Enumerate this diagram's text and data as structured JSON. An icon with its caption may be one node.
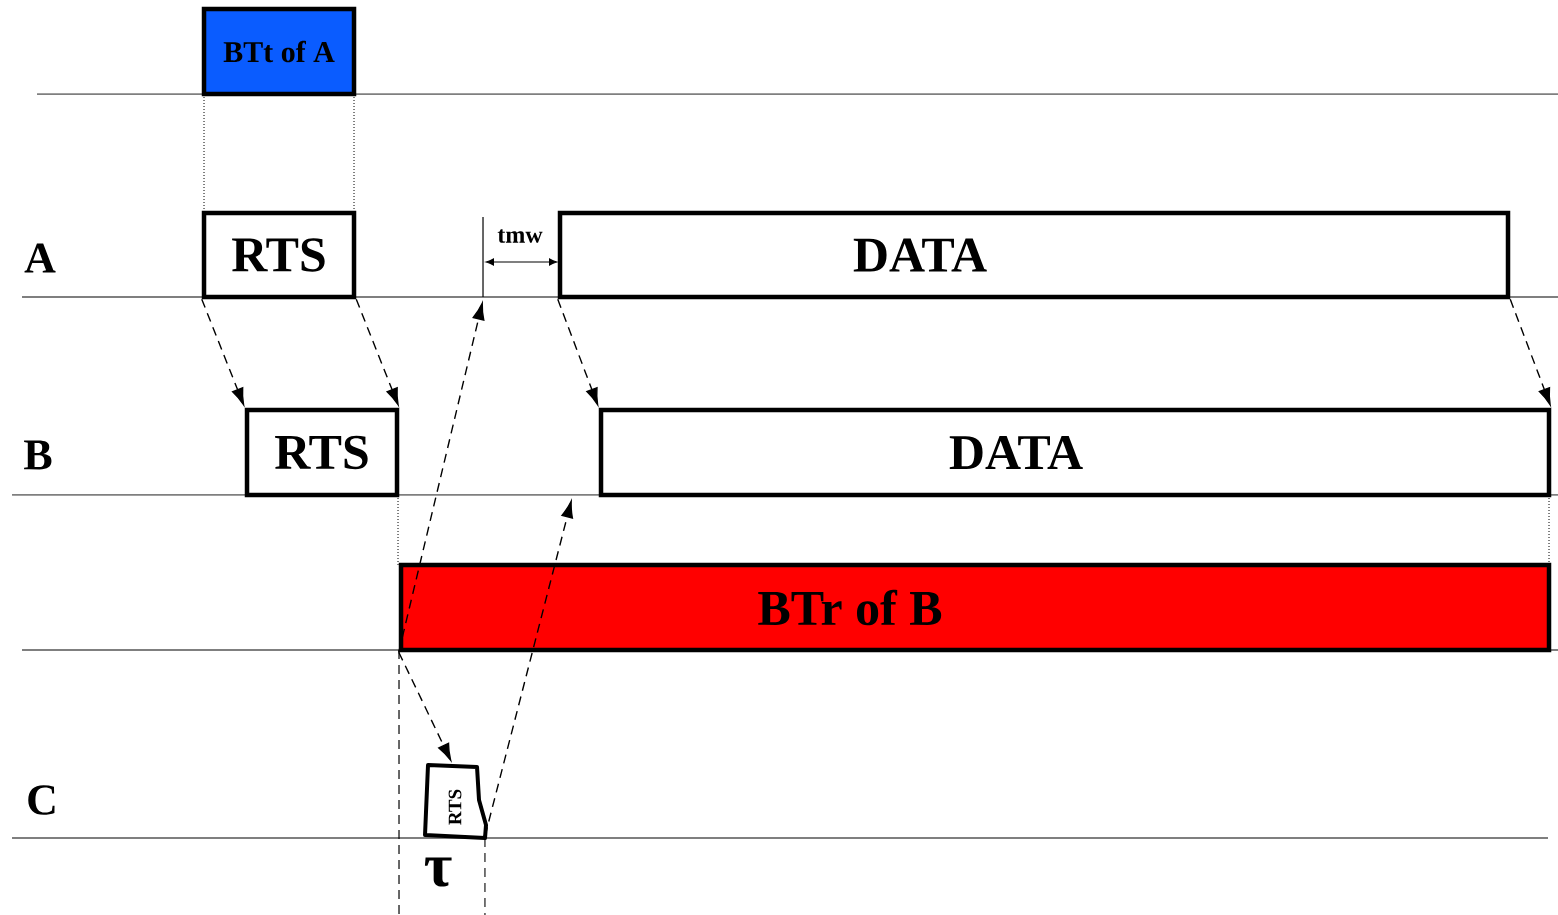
{
  "diagram": {
    "nodes": [
      {
        "text": [
          "BTt of A"
        ]
      },
      {
        "text": [
          "RTS"
        ]
      },
      {
        "text": [
          "DATA"
        ]
      },
      {
        "text": [
          "RTS"
        ]
      },
      {
        "text": [
          "DATA"
        ]
      },
      {
        "text": [
          "BTr of B"
        ]
      },
      {
        "text": [
          "RTS"
        ]
      }
    ],
    "edges": [
      {
        "from": 1,
        "to": 3,
        "arrow": "to",
        "style": "dashed"
      },
      {
        "from": 1,
        "to": 3,
        "arrow": "to",
        "style": "dashed"
      },
      {
        "from": 2,
        "to": 4,
        "arrow": "to",
        "style": "dashed"
      },
      {
        "from": 2,
        "to": 4,
        "arrow": "to",
        "style": "dashed"
      },
      {
        "from": 5,
        "to": 6,
        "arrow": "to",
        "style": "dashed"
      },
      {
        "from": 5,
        "to": null,
        "arrow": "to",
        "style": "dashed"
      },
      {
        "from": 6,
        "to": null,
        "arrow": "to",
        "style": "dashed"
      }
    ],
    "labels": [
      "tmw",
      "A",
      "B",
      "C",
      "τ"
    ]
  }
}
